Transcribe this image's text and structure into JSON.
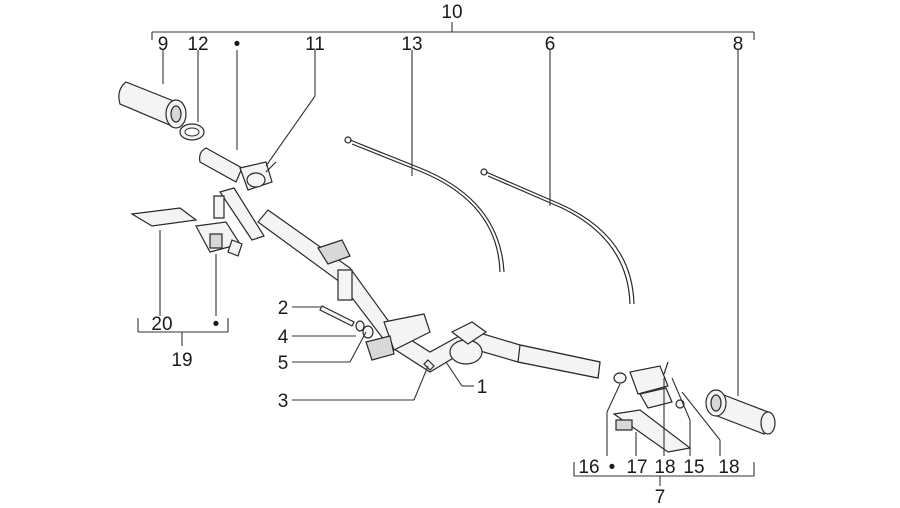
{
  "callouts": {
    "c1": "1",
    "c2": "2",
    "c3": "3",
    "c4": "4",
    "c5": "5",
    "c6": "6",
    "c7": "7",
    "c8": "8",
    "c9": "9",
    "c10": "10",
    "c11": "11",
    "c12": "12",
    "c13": "13",
    "c15": "15",
    "c16": "16",
    "c17": "17",
    "c18a": "18",
    "c18b": "18",
    "c19": "19",
    "c20": "20"
  },
  "dot_marker": "•"
}
